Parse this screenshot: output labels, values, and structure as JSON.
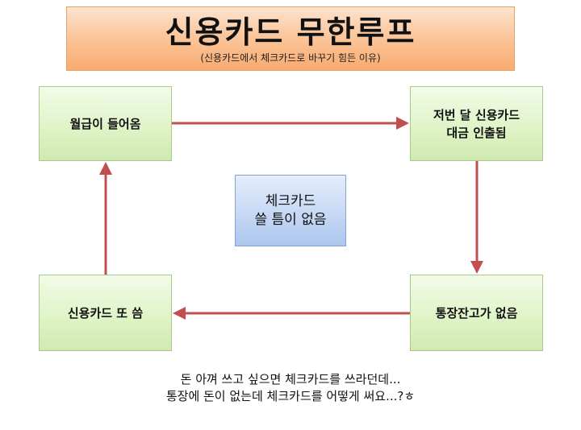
{
  "title": {
    "main": "신용카드 무한루프",
    "sub": "(신용카드에서 체크카드로 바꾸기 힘든 이유)"
  },
  "nodes": {
    "top_left": "월급이 들어옴",
    "top_right": "저번 달 신용카드\n대금 인출됨",
    "bottom_right": "통장잔고가 없음",
    "bottom_left": "신용카드 또 씀"
  },
  "center": "체크카드\n쓸 틈이 없음",
  "caption": {
    "line1": "돈 아껴 쓰고 싶으면 체크카드를 쓰라던데...",
    "line2": "통장에 돈이 없는데 체크카드를 어떻게 써요...?ㅎ"
  },
  "colors": {
    "arrow": "#c0504d",
    "title_fill": "#fbc79d",
    "node_fill": "#def3c5",
    "center_fill": "#c6d8f4"
  }
}
